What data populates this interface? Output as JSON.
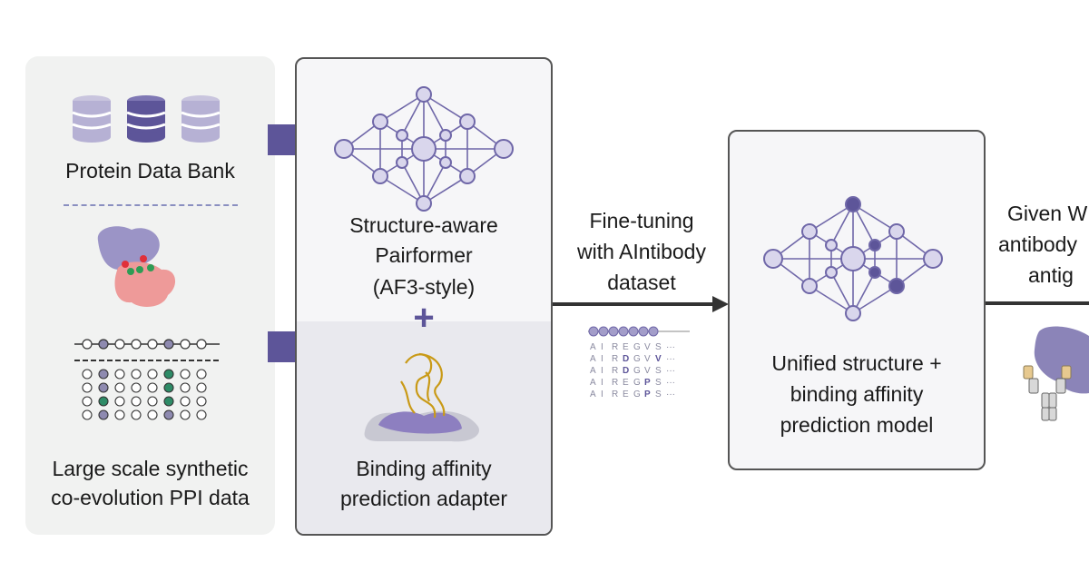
{
  "left_panel": {
    "pdb_label": "Protein Data Bank",
    "synthetic_label_line1": "Large scale synthetic",
    "synthetic_label_line2": "co-evolution PPI data"
  },
  "middle_panel": {
    "pairformer_line1": "Structure-aware",
    "pairformer_line2": "Pairformer",
    "pairformer_line3": "(AF3-style)",
    "plus": "+",
    "adapter_line1": "Binding affinity",
    "adapter_line2": "prediction adapter"
  },
  "arrow_label": {
    "line1": "Fine-tuning",
    "line2": "with AIntibody",
    "line3": "dataset"
  },
  "sequences": {
    "rows": [
      [
        "A",
        "I",
        "R",
        "E",
        "G",
        "V",
        "S",
        "···"
      ],
      [
        "A",
        "I",
        "R",
        "D",
        "G",
        "V",
        "V",
        "···"
      ],
      [
        "A",
        "I",
        "R",
        "D",
        "G",
        "V",
        "S",
        "···"
      ],
      [
        "A",
        "I",
        "R",
        "E",
        "G",
        "P",
        "S",
        "···"
      ],
      [
        "A",
        "I",
        "R",
        "E",
        "G",
        "P",
        "S",
        "···"
      ]
    ],
    "highlight": [
      [
        1,
        3
      ],
      [
        1,
        6
      ],
      [
        2,
        3
      ],
      [
        3,
        5
      ],
      [
        4,
        5
      ]
    ]
  },
  "right_panel": {
    "line1": "Unified structure +",
    "line2": "binding affinity",
    "line3": "prediction model"
  },
  "far_right": {
    "line1": "Given W",
    "line2": "antibody",
    "line3": "antig"
  },
  "colors": {
    "node_fill": "#d9d6ec",
    "node_stroke": "#6f67a8",
    "accent": "#5d5599",
    "green": "#2e8b67",
    "pink": "#ee9a99",
    "arrow": "#333333"
  }
}
